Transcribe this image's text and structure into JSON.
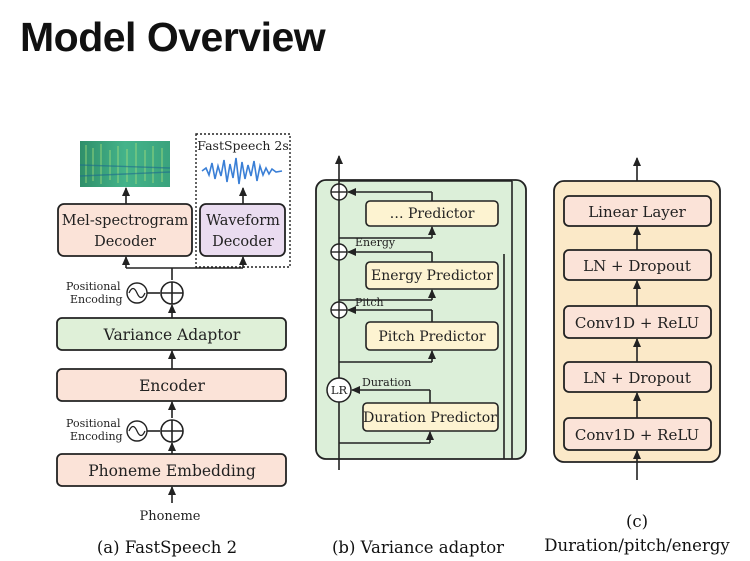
{
  "page": {
    "title": "Model Overview"
  },
  "colors": {
    "pink_box": "#fbe3d8",
    "green_box": "#dff0d8",
    "yellow_box": "#fdf3d1",
    "purple_box": "#eadcf0",
    "panel_green": "#dcefd9",
    "panel_yellow": "#fbe9c8"
  },
  "fastspeech2": {
    "fastspeech2s_label": "FastSpeech 2s",
    "mel_decoder": [
      "Mel-spectrogram",
      "Decoder"
    ],
    "waveform_decoder": [
      "Waveform",
      "Decoder"
    ],
    "positional_encoding_top": [
      "Positional",
      "Encoding"
    ],
    "variance_adaptor": "Variance Adaptor",
    "encoder": "Encoder",
    "positional_encoding_bottom": [
      "Positional",
      "Encoding"
    ],
    "phoneme_embedding": "Phoneme Embedding",
    "input_label": "Phoneme",
    "caption": "(a) FastSpeech 2"
  },
  "variance_adaptor_panel": {
    "generic_predictor": "… Predictor",
    "energy_label": "Energy",
    "energy_predictor": "Energy Predictor",
    "pitch_label": "Pitch",
    "pitch_predictor": "Pitch Predictor",
    "lr_label": "LR",
    "duration_label": "Duration",
    "duration_predictor": "Duration Predictor",
    "caption": "(b) Variance adaptor"
  },
  "predictor_panel": {
    "layers": [
      "Linear Layer",
      "LN + Dropout",
      "Conv1D + ReLU",
      "LN + Dropout",
      "Conv1D + ReLU"
    ],
    "caption_line1": "(c)",
    "caption_line2": "Duration/pitch/energy"
  }
}
